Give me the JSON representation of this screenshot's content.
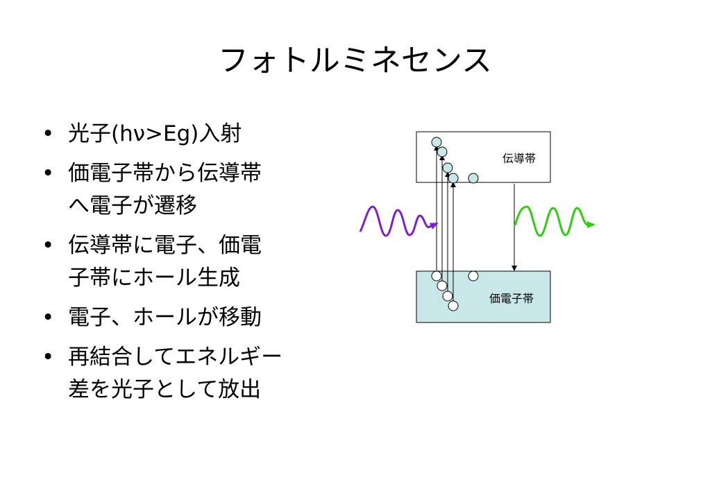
{
  "title": "フォトルミネセンス",
  "bullets": [
    {
      "lines": [
        "光子(hν>Eg)入射"
      ]
    },
    {
      "lines": [
        "価電子帯から伝導帯",
        "へ電子が遷移"
      ]
    },
    {
      "lines": [
        "伝導帯に電子、価電",
        "子帯にホール生成"
      ]
    },
    {
      "lines": [
        "電子、ホールが移動"
      ]
    },
    {
      "lines": [
        "再結合してエネルギー",
        "差を光子として放出"
      ]
    }
  ],
  "diagram": {
    "conduction_band_label": "伝導帯",
    "valence_band_label": "価電子帯",
    "colors": {
      "incoming_photon": "#7a1fd1",
      "emitted_photon": "#2ecc12",
      "valence_fill": "#c9e6e8",
      "electron_fill": "#c9e6e8",
      "hole_fill": "#ffffff"
    }
  }
}
